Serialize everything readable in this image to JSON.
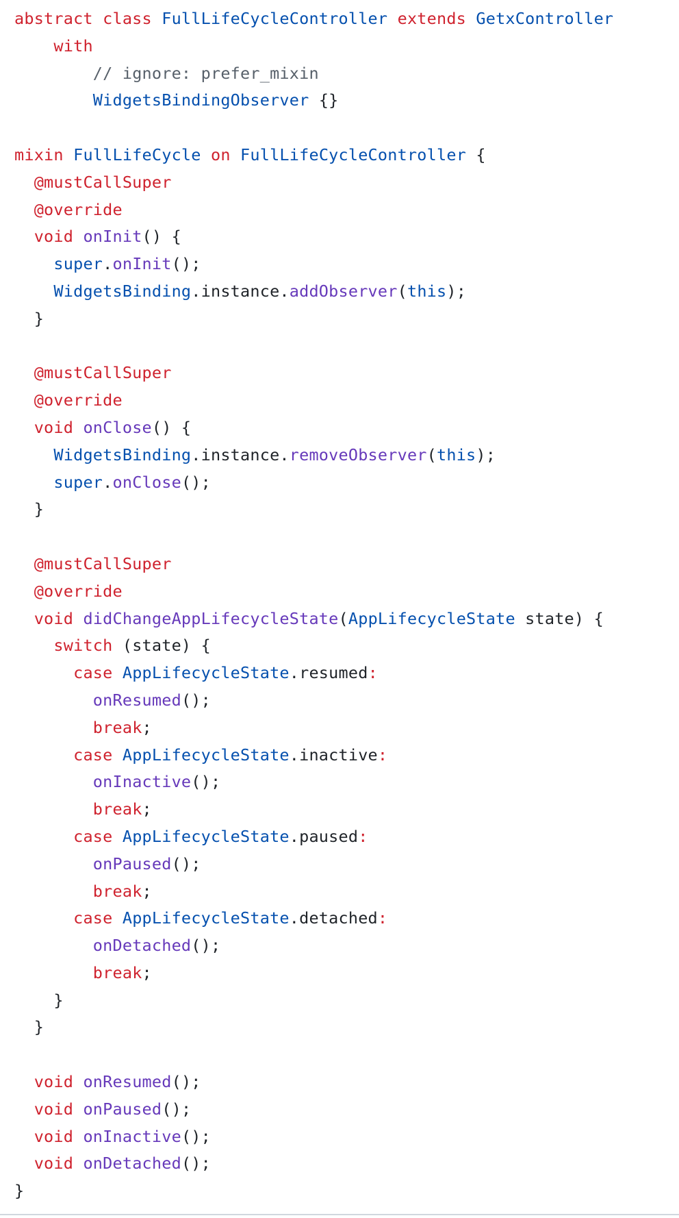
{
  "code": {
    "language": "dart",
    "colors": {
      "keyword": "#cf222e",
      "type": "#0550ae",
      "function": "#6639ba",
      "comment": "#57606a",
      "plain": "#1f2328",
      "background": "#ffffff"
    },
    "lines": [
      [
        [
          "kw",
          "abstract class "
        ],
        [
          "ty",
          "FullLifeCycleController"
        ],
        [
          "kw",
          " extends "
        ],
        [
          "ty",
          "GetxController"
        ]
      ],
      [
        [
          "pl",
          "    "
        ],
        [
          "kw",
          "with"
        ]
      ],
      [
        [
          "pl",
          "        "
        ],
        [
          "cm",
          "// ignore: prefer_mixin"
        ]
      ],
      [
        [
          "pl",
          "        "
        ],
        [
          "ty",
          "WidgetsBindingObserver"
        ],
        [
          "pl",
          " {}"
        ]
      ],
      [],
      [
        [
          "kw",
          "mixin "
        ],
        [
          "ty",
          "FullLifeCycle"
        ],
        [
          "kw",
          " on "
        ],
        [
          "ty",
          "FullLifeCycleController"
        ],
        [
          "pl",
          " {"
        ]
      ],
      [
        [
          "pl",
          "  "
        ],
        [
          "kw",
          "@mustCallSuper"
        ]
      ],
      [
        [
          "pl",
          "  "
        ],
        [
          "kw",
          "@override"
        ]
      ],
      [
        [
          "pl",
          "  "
        ],
        [
          "kw",
          "void "
        ],
        [
          "fn",
          "onInit"
        ],
        [
          "pl",
          "() {"
        ]
      ],
      [
        [
          "pl",
          "    "
        ],
        [
          "ty",
          "super"
        ],
        [
          "pl",
          "."
        ],
        [
          "fn",
          "onInit"
        ],
        [
          "pl",
          "();"
        ]
      ],
      [
        [
          "pl",
          "    "
        ],
        [
          "ty",
          "WidgetsBinding"
        ],
        [
          "pl",
          ".instance."
        ],
        [
          "fn",
          "addObserver"
        ],
        [
          "pl",
          "("
        ],
        [
          "ty",
          "this"
        ],
        [
          "pl",
          ");"
        ]
      ],
      [
        [
          "pl",
          "  }"
        ]
      ],
      [],
      [
        [
          "pl",
          "  "
        ],
        [
          "kw",
          "@mustCallSuper"
        ]
      ],
      [
        [
          "pl",
          "  "
        ],
        [
          "kw",
          "@override"
        ]
      ],
      [
        [
          "pl",
          "  "
        ],
        [
          "kw",
          "void "
        ],
        [
          "fn",
          "onClose"
        ],
        [
          "pl",
          "() {"
        ]
      ],
      [
        [
          "pl",
          "    "
        ],
        [
          "ty",
          "WidgetsBinding"
        ],
        [
          "pl",
          ".instance."
        ],
        [
          "fn",
          "removeObserver"
        ],
        [
          "pl",
          "("
        ],
        [
          "ty",
          "this"
        ],
        [
          "pl",
          ");"
        ]
      ],
      [
        [
          "pl",
          "    "
        ],
        [
          "ty",
          "super"
        ],
        [
          "pl",
          "."
        ],
        [
          "fn",
          "onClose"
        ],
        [
          "pl",
          "();"
        ]
      ],
      [
        [
          "pl",
          "  }"
        ]
      ],
      [],
      [
        [
          "pl",
          "  "
        ],
        [
          "kw",
          "@mustCallSuper"
        ]
      ],
      [
        [
          "pl",
          "  "
        ],
        [
          "kw",
          "@override"
        ]
      ],
      [
        [
          "pl",
          "  "
        ],
        [
          "kw",
          "void "
        ],
        [
          "fn",
          "didChangeAppLifecycleState"
        ],
        [
          "pl",
          "("
        ],
        [
          "ty",
          "AppLifecycleState"
        ],
        [
          "pl",
          " state) {"
        ]
      ],
      [
        [
          "pl",
          "    "
        ],
        [
          "kw",
          "switch"
        ],
        [
          "pl",
          " (state) {"
        ]
      ],
      [
        [
          "pl",
          "      "
        ],
        [
          "kw",
          "case "
        ],
        [
          "ty",
          "AppLifecycleState"
        ],
        [
          "pl",
          ".resumed"
        ],
        [
          "kw",
          ":"
        ]
      ],
      [
        [
          "pl",
          "        "
        ],
        [
          "fn",
          "onResumed"
        ],
        [
          "pl",
          "();"
        ]
      ],
      [
        [
          "pl",
          "        "
        ],
        [
          "kw",
          "break"
        ],
        [
          "pl",
          ";"
        ]
      ],
      [
        [
          "pl",
          "      "
        ],
        [
          "kw",
          "case "
        ],
        [
          "ty",
          "AppLifecycleState"
        ],
        [
          "pl",
          ".inactive"
        ],
        [
          "kw",
          ":"
        ]
      ],
      [
        [
          "pl",
          "        "
        ],
        [
          "fn",
          "onInactive"
        ],
        [
          "pl",
          "();"
        ]
      ],
      [
        [
          "pl",
          "        "
        ],
        [
          "kw",
          "break"
        ],
        [
          "pl",
          ";"
        ]
      ],
      [
        [
          "pl",
          "      "
        ],
        [
          "kw",
          "case "
        ],
        [
          "ty",
          "AppLifecycleState"
        ],
        [
          "pl",
          ".paused"
        ],
        [
          "kw",
          ":"
        ]
      ],
      [
        [
          "pl",
          "        "
        ],
        [
          "fn",
          "onPaused"
        ],
        [
          "pl",
          "();"
        ]
      ],
      [
        [
          "pl",
          "        "
        ],
        [
          "kw",
          "break"
        ],
        [
          "pl",
          ";"
        ]
      ],
      [
        [
          "pl",
          "      "
        ],
        [
          "kw",
          "case "
        ],
        [
          "ty",
          "AppLifecycleState"
        ],
        [
          "pl",
          ".detached"
        ],
        [
          "kw",
          ":"
        ]
      ],
      [
        [
          "pl",
          "        "
        ],
        [
          "fn",
          "onDetached"
        ],
        [
          "pl",
          "();"
        ]
      ],
      [
        [
          "pl",
          "        "
        ],
        [
          "kw",
          "break"
        ],
        [
          "pl",
          ";"
        ]
      ],
      [
        [
          "pl",
          "    }"
        ]
      ],
      [
        [
          "pl",
          "  }"
        ]
      ],
      [],
      [
        [
          "pl",
          "  "
        ],
        [
          "kw",
          "void "
        ],
        [
          "fn",
          "onResumed"
        ],
        [
          "pl",
          "();"
        ]
      ],
      [
        [
          "pl",
          "  "
        ],
        [
          "kw",
          "void "
        ],
        [
          "fn",
          "onPaused"
        ],
        [
          "pl",
          "();"
        ]
      ],
      [
        [
          "pl",
          "  "
        ],
        [
          "kw",
          "void "
        ],
        [
          "fn",
          "onInactive"
        ],
        [
          "pl",
          "();"
        ]
      ],
      [
        [
          "pl",
          "  "
        ],
        [
          "kw",
          "void "
        ],
        [
          "fn",
          "onDetached"
        ],
        [
          "pl",
          "();"
        ]
      ],
      [
        [
          "pl",
          "}"
        ]
      ]
    ]
  }
}
